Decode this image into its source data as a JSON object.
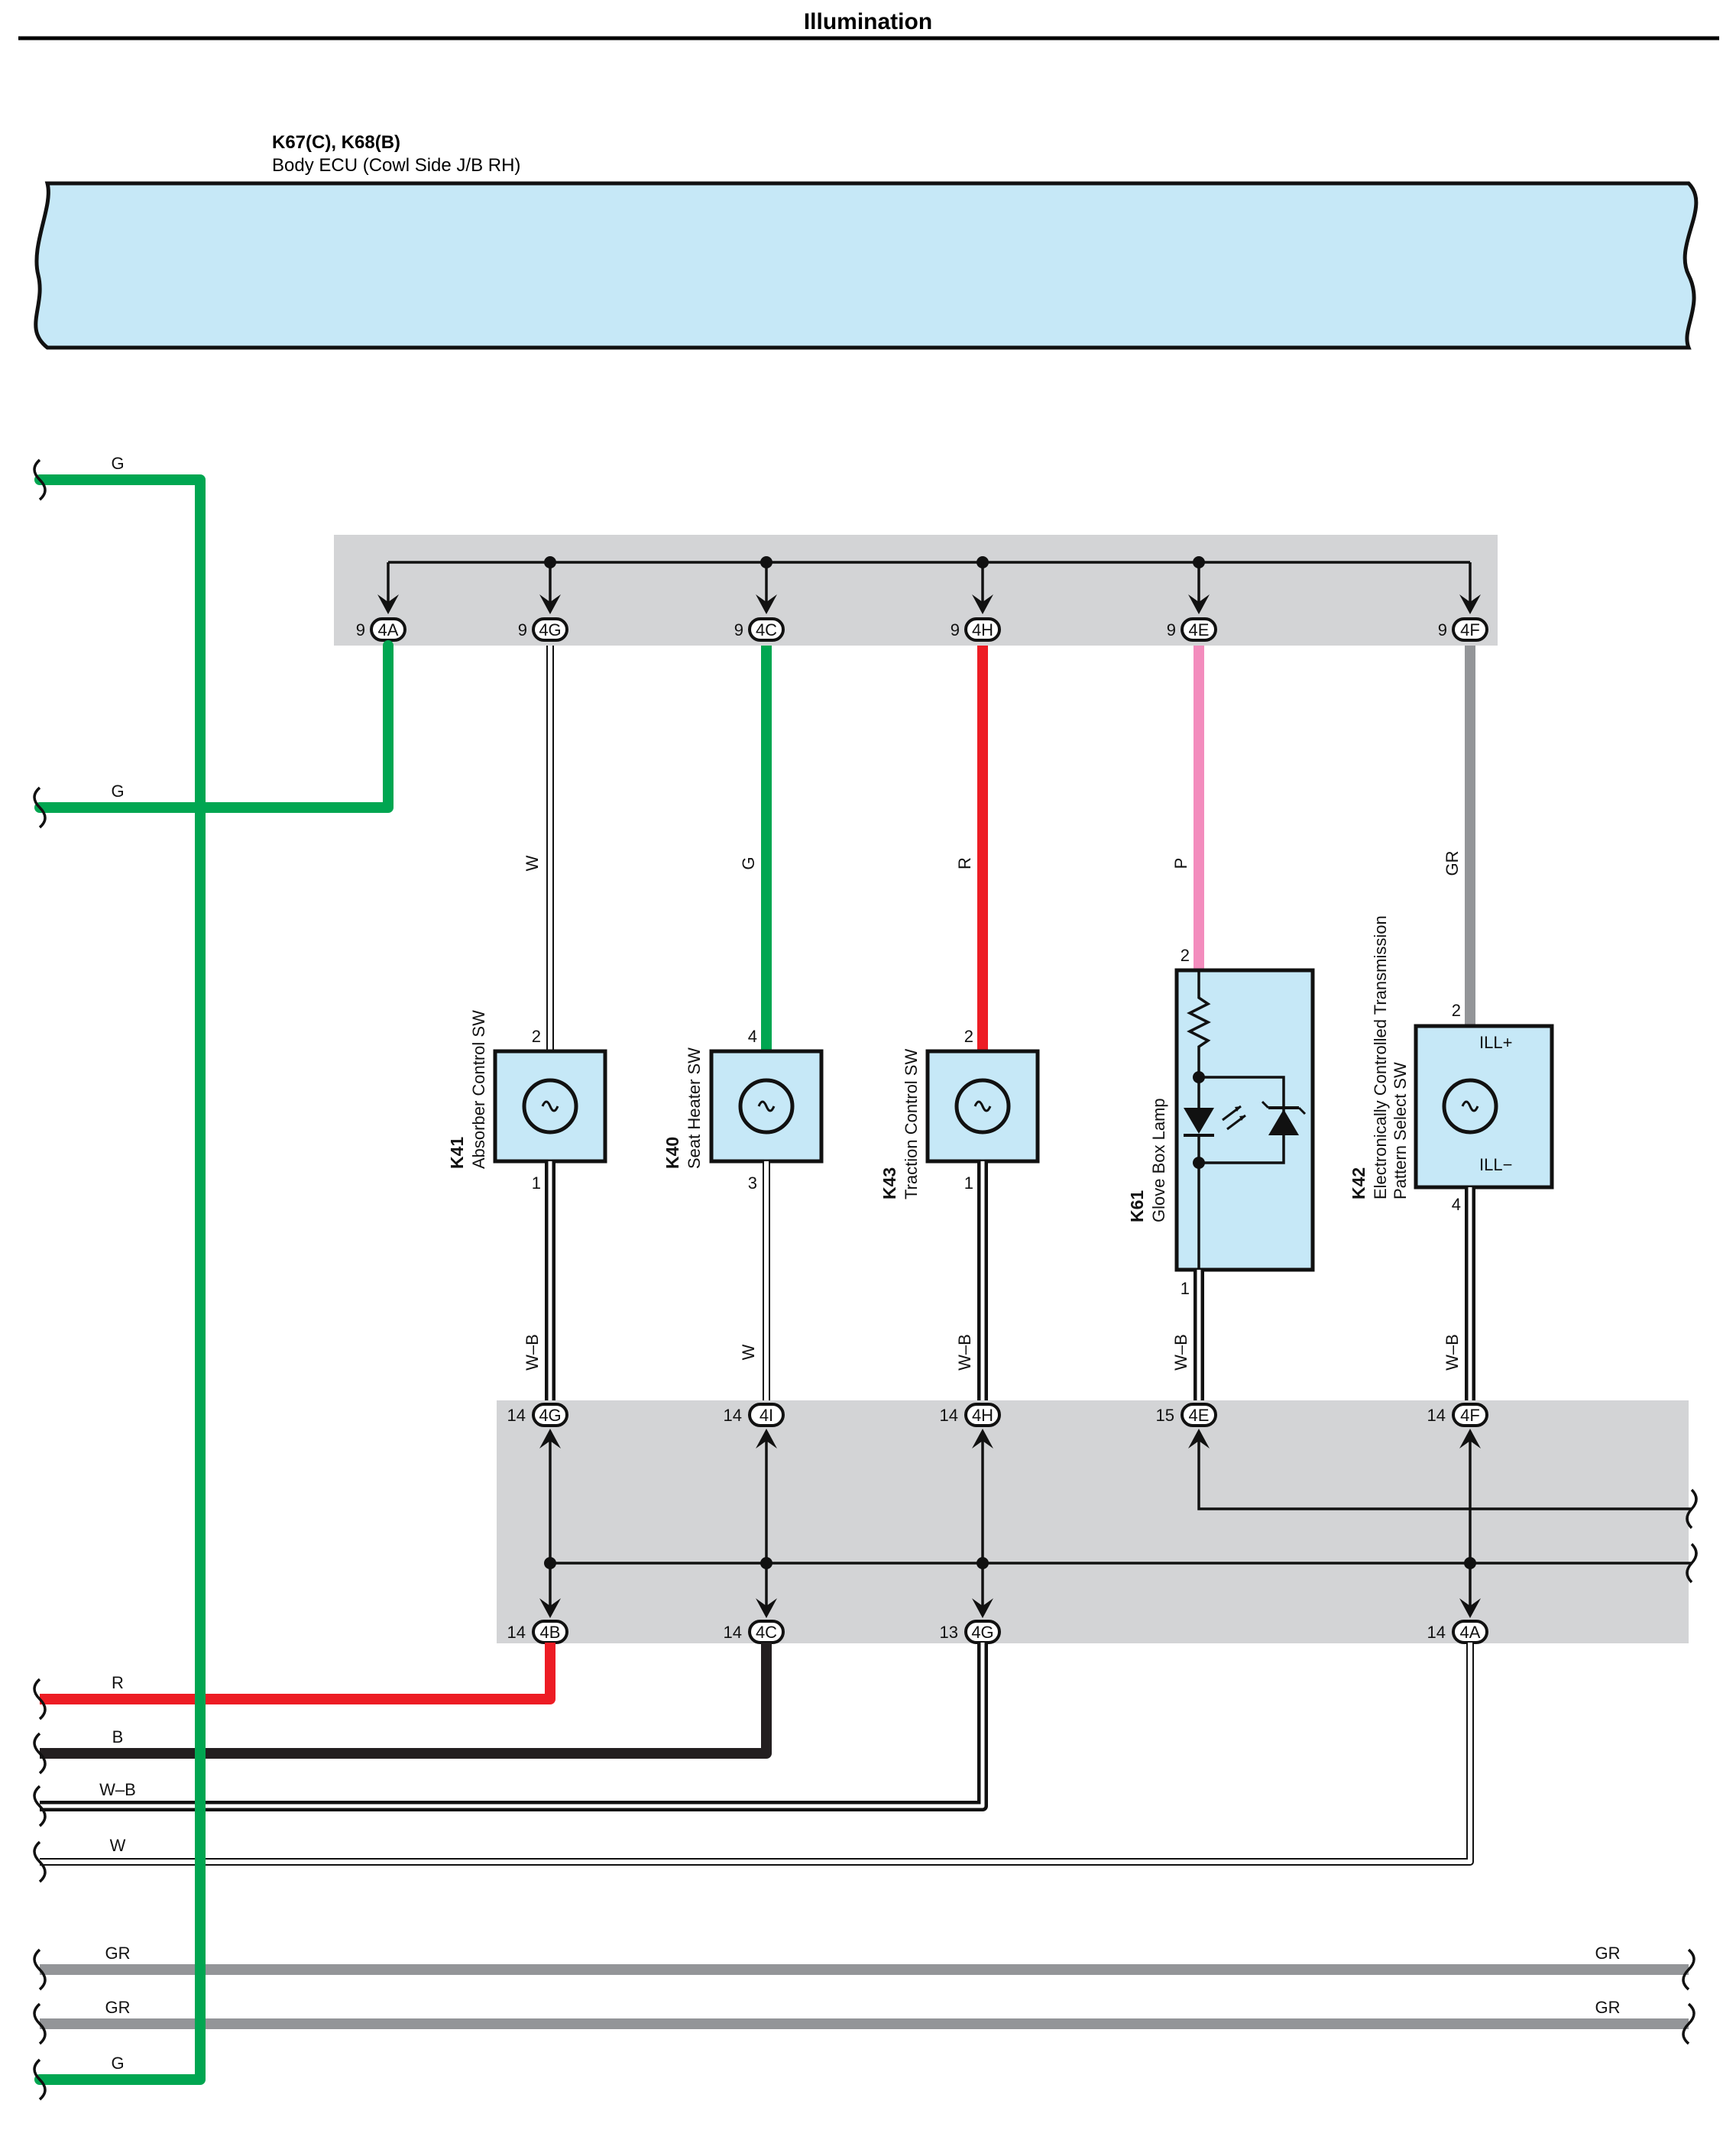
{
  "title": "Illumination",
  "ecu": {
    "id": "K67(C), K68(B)",
    "name": "Body ECU (Cowl Side J/B RH)"
  },
  "colors": {
    "G": "#00a651",
    "R": "#ed1c24",
    "P": "#f38cbd",
    "GR": "#939598",
    "B": "#231f20",
    "W": "#ffffff",
    "ecu_fill": "#c6e8f7",
    "jb_fill": "#d3d4d6"
  },
  "top_junction": {
    "pins": [
      {
        "num": "9",
        "conn": "4A"
      },
      {
        "num": "9",
        "conn": "4G"
      },
      {
        "num": "9",
        "conn": "4C"
      },
      {
        "num": "9",
        "conn": "4H"
      },
      {
        "num": "9",
        "conn": "4E"
      },
      {
        "num": "9",
        "conn": "4F"
      }
    ]
  },
  "upper_wires": {
    "w1": "W",
    "w2": "G",
    "w3": "R",
    "w4": "P",
    "w5": "GR"
  },
  "components": {
    "k41": {
      "id": "K41",
      "name": "Absorber Control SW",
      "pin_top": "2",
      "pin_bottom": "1"
    },
    "k40": {
      "id": "K40",
      "name": "Seat Heater SW",
      "pin_top": "4",
      "pin_bottom": "3"
    },
    "k43": {
      "id": "K43",
      "name": "Traction Control SW",
      "pin_top": "2",
      "pin_bottom": "1"
    },
    "k61": {
      "id": "K61",
      "name": "Glove Box Lamp",
      "pin_top": "2",
      "pin_bottom": "1"
    },
    "k42": {
      "id": "K42",
      "name_line1": "Electronically Controlled Transmission",
      "name_line2": "Pattern Select SW",
      "pin_top": "2",
      "pin_bottom": "4",
      "ill_plus": "ILL+",
      "ill_minus": "ILL−"
    }
  },
  "lower_wires": {
    "w1": "W–B",
    "w2": "W",
    "w3": "W–B",
    "w4": "W–B",
    "w5": "W–B"
  },
  "bottom_junction_upper": {
    "pins": [
      {
        "num": "14",
        "conn": "4G"
      },
      {
        "num": "14",
        "conn": "4I"
      },
      {
        "num": "14",
        "conn": "4H"
      },
      {
        "num": "15",
        "conn": "4E"
      },
      {
        "num": "14",
        "conn": "4F"
      }
    ]
  },
  "bottom_junction_lower": {
    "pins": [
      {
        "num": "14",
        "conn": "4B"
      },
      {
        "num": "14",
        "conn": "4C"
      },
      {
        "num": "13",
        "conn": "4G"
      },
      {
        "num": "14",
        "conn": "4A"
      }
    ]
  },
  "left_wires": [
    "G",
    "G",
    "R",
    "B",
    "W–B",
    "W",
    "GR",
    "GR",
    "G"
  ],
  "right_wires": [
    "GR",
    "GR"
  ]
}
